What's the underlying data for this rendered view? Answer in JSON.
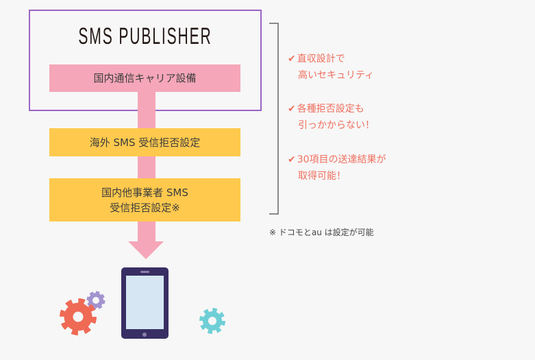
{
  "header": {
    "logo": "SMS PUBLISHER"
  },
  "flow": {
    "carrier": "国内通信キャリア設備",
    "overseas": "海外 SMS 受信拒否設定",
    "domestic_line1": "国内他事業者 SMS",
    "domestic_line2": "受信拒否設定※"
  },
  "features": [
    {
      "check": "✔",
      "line1": "直収設計で",
      "line2": "高いセキュリティ"
    },
    {
      "check": "✔",
      "line1": "各種拒否設定も",
      "line2": "引っかからない！"
    },
    {
      "check": "✔",
      "line1": "30項目の送達結果が",
      "line2": "取得可能！"
    }
  ],
  "note": "※ ドコモとau は設定が可能",
  "colors": {
    "purple": "#9a64c4",
    "pink": "#f5a6b8",
    "yellow": "#fec94d",
    "accent": "#ef6f5e",
    "gear_red": "#ef6a55",
    "gear_purple": "#a393cf",
    "gear_teal": "#6fcfd6",
    "tablet": "#382e63"
  }
}
